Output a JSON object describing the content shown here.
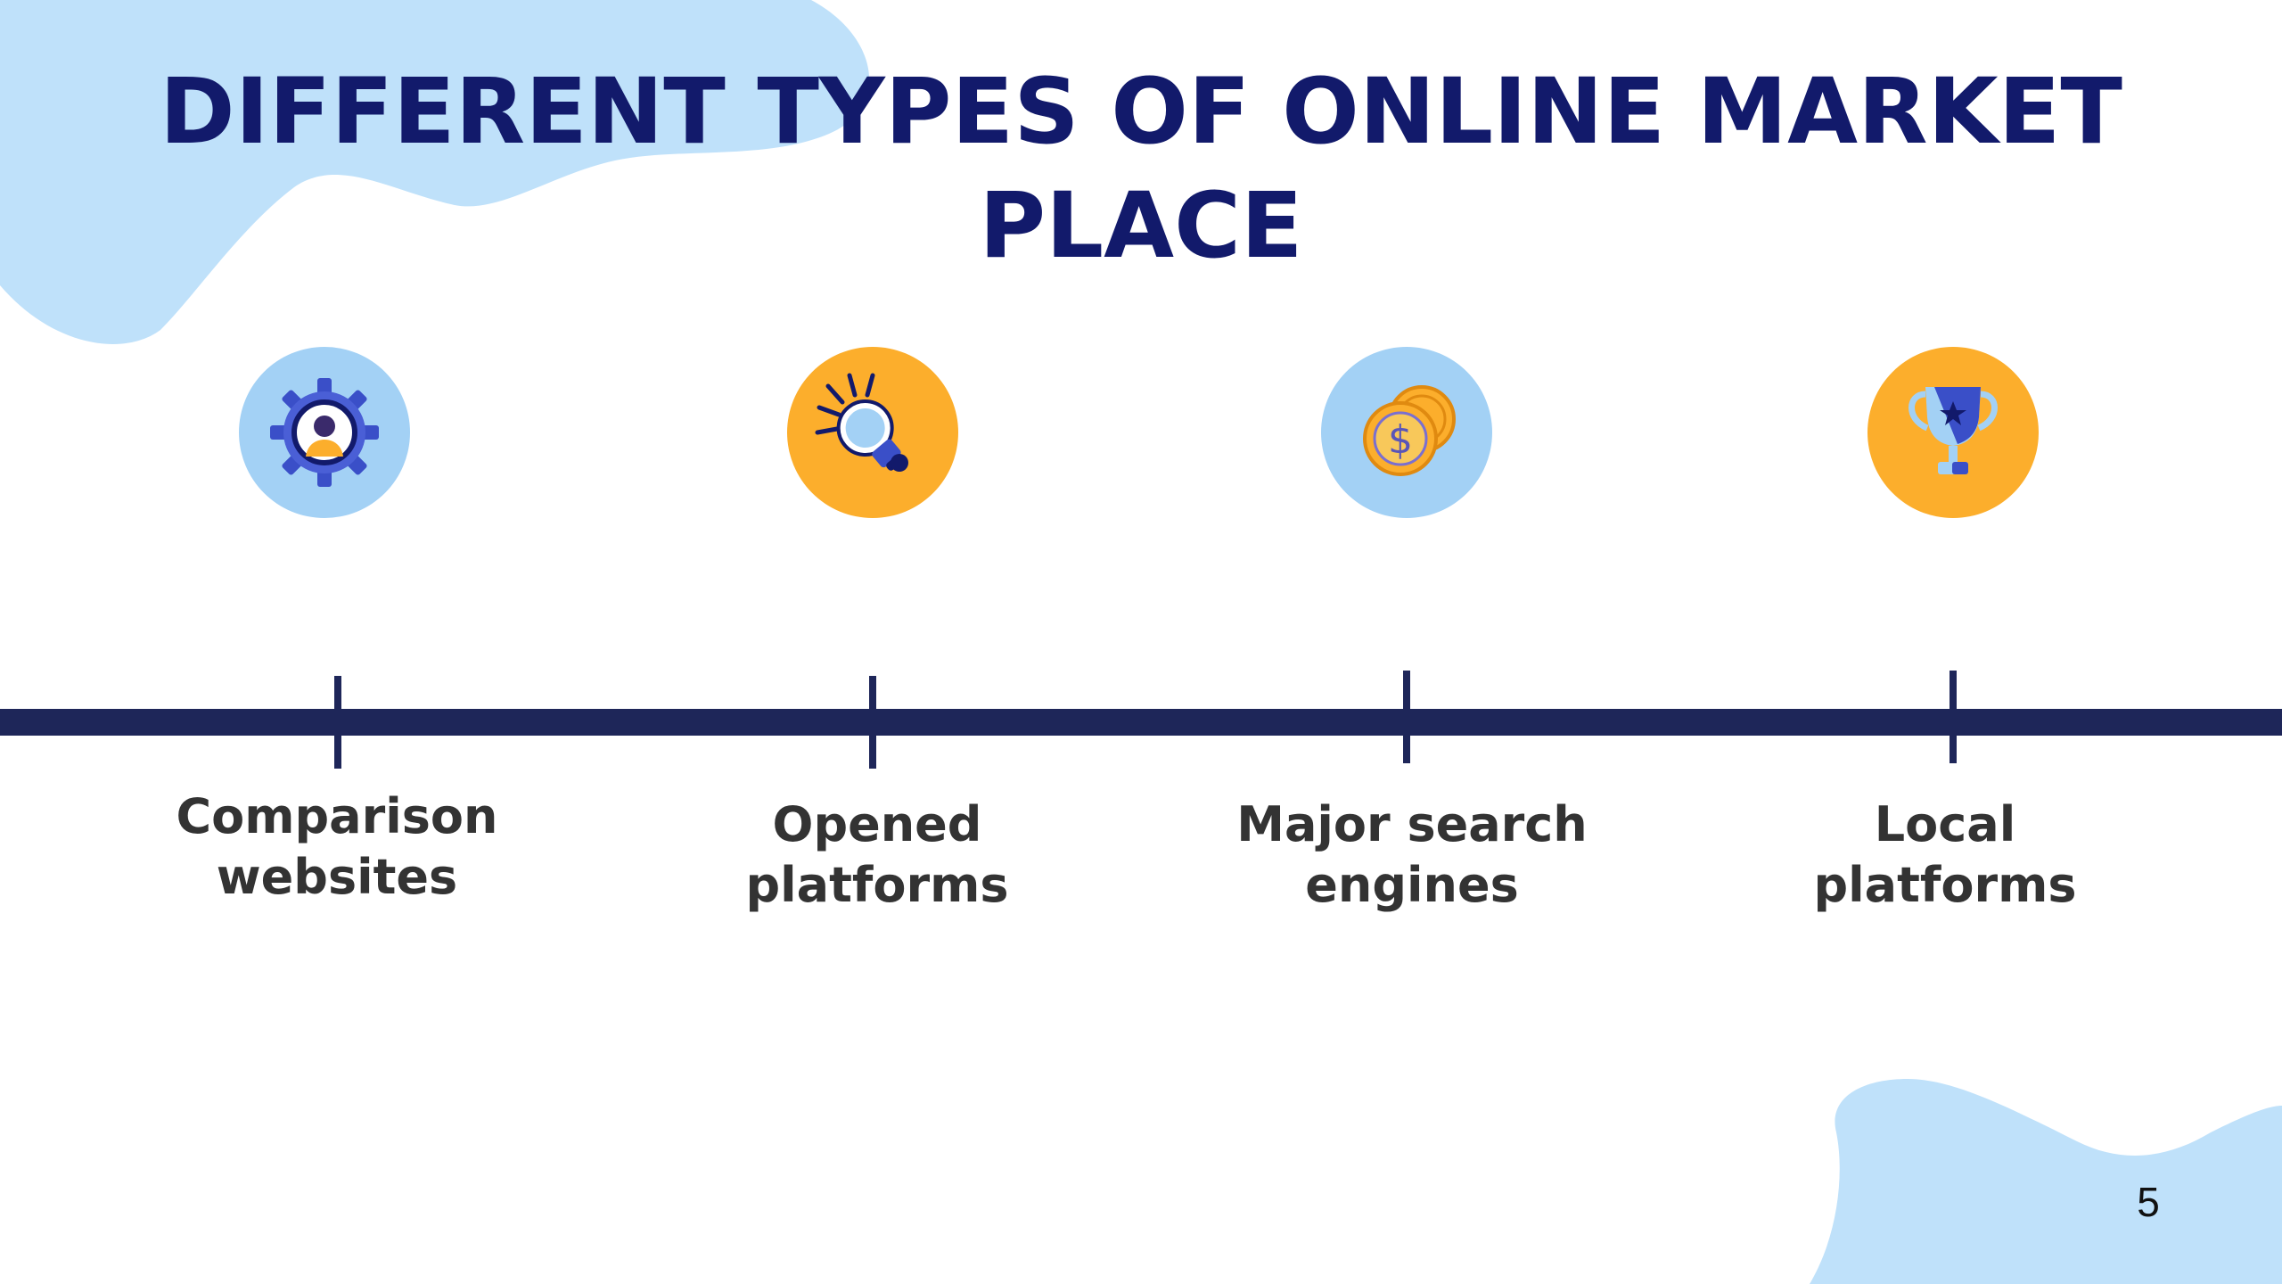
{
  "slide": {
    "title": "DIFFERENT TYPES OF ONLINE MARKET PLACE",
    "page_number": "5"
  },
  "colors": {
    "title": "#121a6b",
    "timeline": "#1e2659",
    "label": "#333333",
    "circle_blue": "#a3d1f5",
    "circle_orange": "#fcae2c",
    "blob": "#bfe1fa"
  },
  "timeline": {
    "items": [
      {
        "label": "Comparison websites",
        "icon": "gear-person-icon",
        "circle": "blue"
      },
      {
        "label": "Opened platforms",
        "icon": "lightbulb-icon",
        "circle": "orange"
      },
      {
        "label": "Major search engines",
        "icon": "coins-icon",
        "circle": "blue"
      },
      {
        "label": "Local platforms",
        "icon": "trophy-icon",
        "circle": "orange"
      }
    ]
  }
}
